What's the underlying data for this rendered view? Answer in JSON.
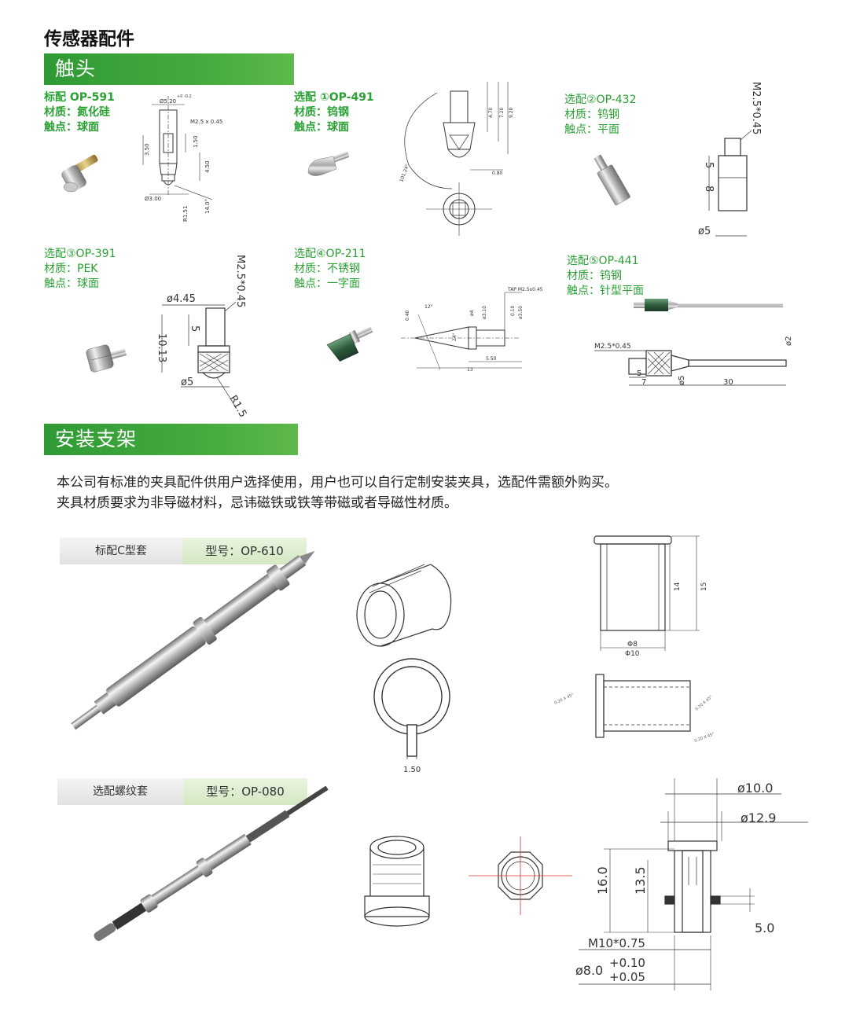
{
  "page_title": "传感器配件",
  "sections": {
    "contacts": "触头",
    "brackets": "安装支架"
  },
  "contacts": [
    {
      "model": "标配 OP-591",
      "material": "材质：氮化硅",
      "contact": "触点：球面"
    },
    {
      "model": "选配 ①OP-491",
      "material": "材质：钨钢",
      "contact": "触点：球面"
    },
    {
      "model": "选配②OP-432",
      "material": "材质：钨钢",
      "contact": "触点：平面"
    },
    {
      "model": "选配③OP-391",
      "material": "材质：PEK",
      "contact": "触点：球面"
    },
    {
      "model": "选配④OP-211",
      "material": "材质：不锈钢",
      "contact": "触点：一字面"
    },
    {
      "model": "选配⑤OP-441",
      "material": "材质：钨钢",
      "contact": "触点：针型平面"
    }
  ],
  "dims": {
    "op591": {
      "d1": "Ø5.20",
      "d1tol": "+0 -0.2",
      "thread": "M2.5 x 0.45",
      "l1": "3.50",
      "l2": "1.50",
      "l3": "4.50",
      "d2": "Ø3.00",
      "r": "R1.51",
      "ang": "14.0°"
    },
    "op491": {
      "a": "4.70",
      "b": "7.20",
      "c": "9.20",
      "d": "0.80",
      "ang": "101.24°"
    },
    "op432": {
      "thread": "M2.5*0.45",
      "l1": "5",
      "l2": "8",
      "d": "ø5"
    },
    "op391": {
      "thread": "M2.5*0.45",
      "d1": "ø4.45",
      "l1": "5",
      "l2": "10.13",
      "d2": "ø5",
      "r": "R1.5"
    },
    "op211": {
      "tap": "TAP M2.5x0.45",
      "a": "0.40",
      "ang1": "12°",
      "d1": "ø4",
      "d2": "ø3.10",
      "v1": "0.10",
      "d3": "ø3.50",
      "ang2": "24°",
      "l1": "5.50",
      "l2": "13"
    },
    "op441": {
      "thread": "M2.5*0.45",
      "d1": "ø2",
      "l1": "5",
      "l2": "7",
      "d2": "ø5",
      "l3": "30"
    }
  },
  "intro": [
    "本公司有标准的夹具配件供用户选择使用，用户也可以自行定制安装夹具，选配件需额外购买。",
    "夹具材质要求为非导磁材料，忌讳磁铁或铁等带磁或者导磁性材质。"
  ],
  "brackets": [
    {
      "label": "标配C型套",
      "model": "型号：OP-610",
      "dims": {
        "h1": "14",
        "h2": "15",
        "d1": "Φ8",
        "d2": "Φ10",
        "gap": "1.50",
        "ch1": "0.20 X 45°",
        "ch2": "0.20 X 45°",
        "ch3": "0.20 X 45°"
      }
    },
    {
      "label": "选配螺纹套",
      "model": "型号：OP-080",
      "dims": {
        "d1": "ø10.0",
        "d2": "ø12.9",
        "h1": "16.0",
        "h2": "13.5",
        "h3": "5.0",
        "thread": "M10*0.75",
        "bore": "ø8.0",
        "tol_plus": "+0.10",
        "tol_minus": "+0.05"
      }
    }
  ],
  "colors": {
    "accent_green": "#2aa133",
    "bar_green": "#3da43a"
  }
}
